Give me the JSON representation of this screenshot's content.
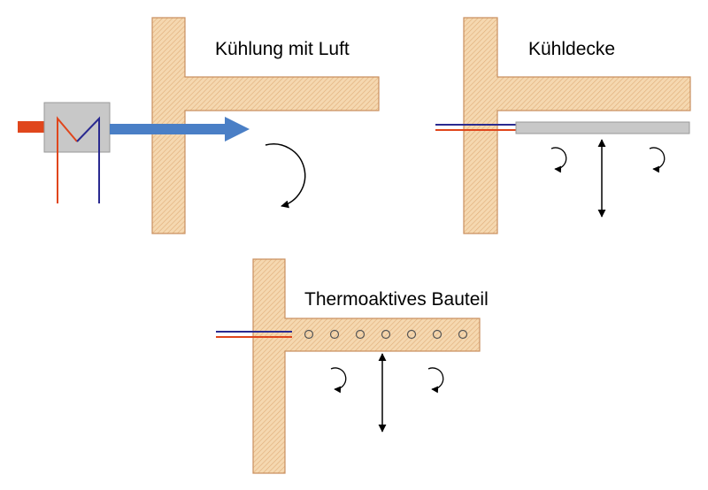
{
  "panels": {
    "air": {
      "title": "Kühlung mit Luft"
    },
    "ceiling": {
      "title": "Kühldecke"
    },
    "thermo": {
      "title": "Thermoaktives Bauteil"
    }
  },
  "colors": {
    "concrete_fill": "#f5d8b0",
    "concrete_hatch": "#e0ad78",
    "concrete_edge": "#c99060",
    "supply_red": "#e0461c",
    "return_blue": "#2a2a90",
    "air_arrow": "#4a7fc6",
    "air_unit": "#c8c8c8",
    "ceiling_panel": "#c8c8c8"
  },
  "icons": {
    "air_unit": "heat-exchanger-icon",
    "air_flow": "air-flow-arrow-icon",
    "circulation": "circulation-arrow-icon",
    "convection": "vertical-double-arrow-icon"
  }
}
